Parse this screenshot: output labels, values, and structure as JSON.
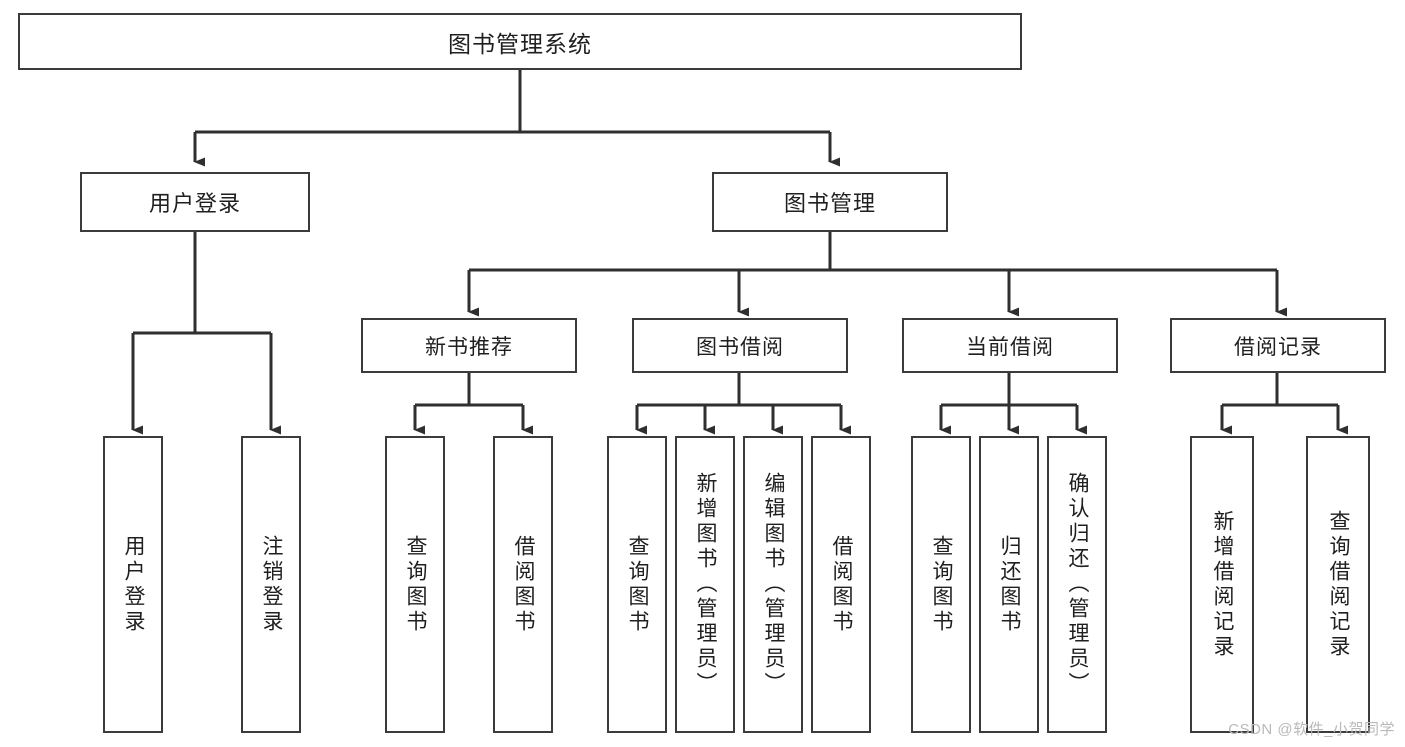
{
  "diagram": {
    "title": "图书管理系统",
    "type": "hierarchy-tree",
    "colors": {
      "background": "#ffffff",
      "box_border": "#3b3b3b",
      "box_fill": "#ffffff",
      "connector": "#2f2f2f",
      "text": "#1f1f1f",
      "watermark": "#b9b9b9"
    }
  },
  "root": {
    "label": "图书管理系统"
  },
  "level2": [
    {
      "label": "用户登录"
    },
    {
      "label": "图书管理"
    }
  ],
  "level3": [
    {
      "label": "新书推荐"
    },
    {
      "label": "图书借阅"
    },
    {
      "label": "当前借阅"
    },
    {
      "label": "借阅记录"
    }
  ],
  "leaves": {
    "user_login": [
      {
        "label": "用户登录"
      },
      {
        "label": "注销登录"
      }
    ],
    "new_book": [
      {
        "label": "查询图书"
      },
      {
        "label": "借阅图书"
      }
    ],
    "book_borrow": [
      {
        "label": "查询图书"
      },
      {
        "label": "新增图书（管理员）"
      },
      {
        "label": "编辑图书（管理员）"
      },
      {
        "label": "借阅图书"
      }
    ],
    "current_borrow": [
      {
        "label": "查询图书"
      },
      {
        "label": "归还图书"
      },
      {
        "label": "确认归还（管理员）"
      }
    ],
    "borrow_record": [
      {
        "label": "新增借阅记录"
      },
      {
        "label": "查询借阅记录"
      }
    ]
  },
  "watermark": {
    "text": "CSDN @软件_小贺同学"
  }
}
